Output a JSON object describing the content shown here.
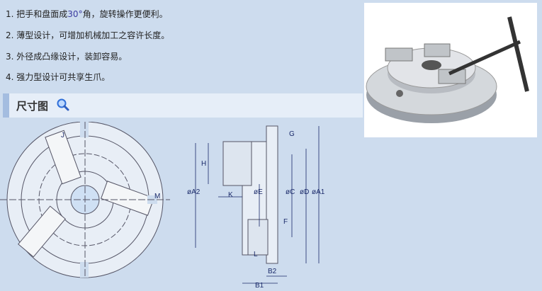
{
  "features": [
    {
      "num": "1.",
      "before": "把手和盘面成",
      "highlight": "30°",
      "after": "角，旋转操作更便利。"
    },
    {
      "num": "2.",
      "text": "薄型设计，可增加机械加工之容许长度。"
    },
    {
      "num": "3.",
      "text": "外径成凸缘设计，装卸容易。"
    },
    {
      "num": "4.",
      "text": "强力型设计可共享生爪。"
    }
  ],
  "section": {
    "title": "尺寸图",
    "icon": "magnifier-icon"
  },
  "front_view_labels": {
    "j": "J",
    "m": "M"
  },
  "side_view_labels": {
    "g": "G",
    "h": "H",
    "k": "K",
    "e": "øE",
    "c": "øC",
    "d": "øD",
    "a1": "øA1",
    "a2": "øA2",
    "f": "F",
    "l": "L",
    "b1": "B1",
    "b2": "B2"
  }
}
